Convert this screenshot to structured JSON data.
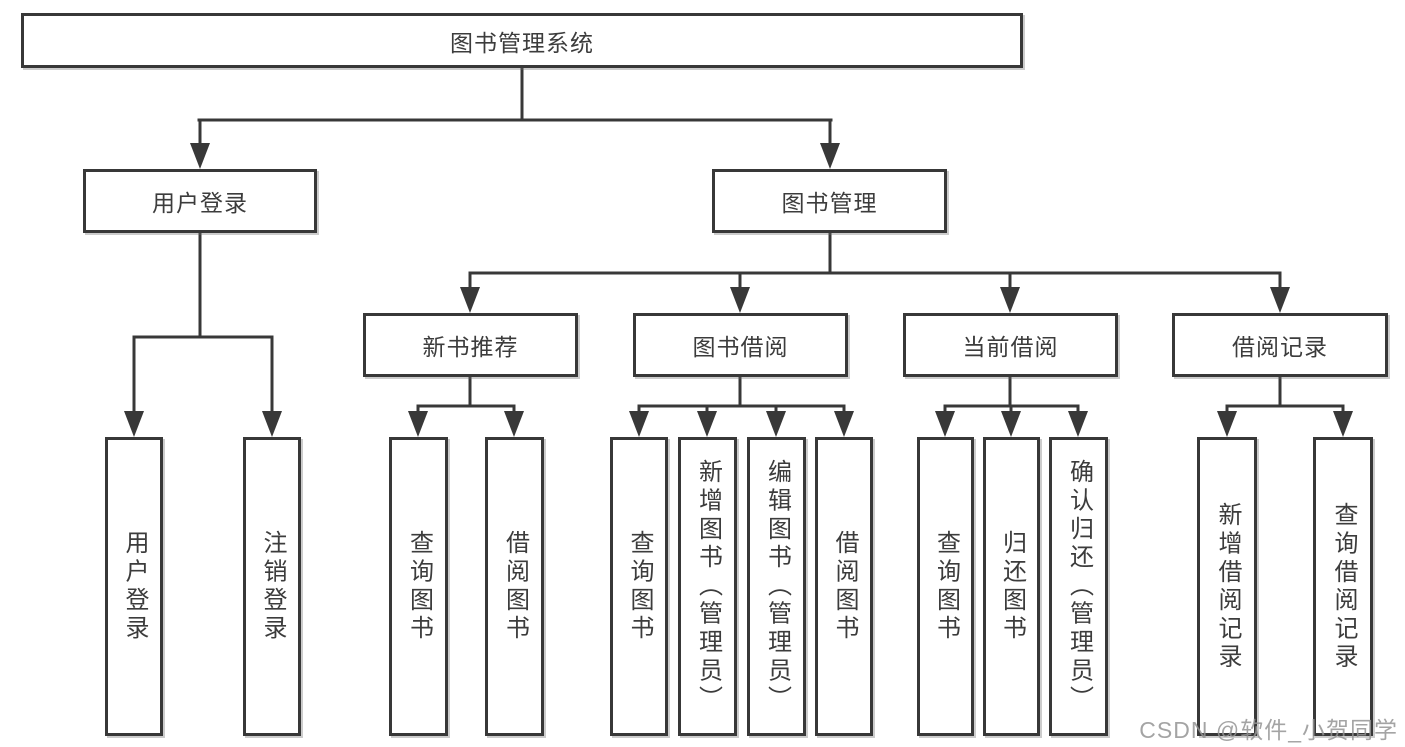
{
  "diagram": {
    "root": {
      "label": "图书管理系统"
    },
    "level2": [
      {
        "label": "用户登录",
        "parent": "图书管理系统"
      },
      {
        "label": "图书管理",
        "parent": "图书管理系统"
      }
    ],
    "level3": [
      {
        "label": "新书推荐",
        "parent": "图书管理"
      },
      {
        "label": "图书借阅",
        "parent": "图书管理"
      },
      {
        "label": "当前借阅",
        "parent": "图书管理"
      },
      {
        "label": "借阅记录",
        "parent": "图书管理"
      }
    ],
    "leaves": [
      {
        "label": "用户登录",
        "parent": "用户登录"
      },
      {
        "label": "注销登录",
        "parent": "用户登录"
      },
      {
        "label": "查询图书",
        "parent": "新书推荐"
      },
      {
        "label": "借阅图书",
        "parent": "新书推荐"
      },
      {
        "label": "查询图书",
        "parent": "图书借阅"
      },
      {
        "label": "新增图书（管理员）",
        "parent": "图书借阅"
      },
      {
        "label": "编辑图书（管理员）",
        "parent": "图书借阅"
      },
      {
        "label": "借阅图书",
        "parent": "图书借阅"
      },
      {
        "label": "查询图书",
        "parent": "当前借阅"
      },
      {
        "label": "归还图书",
        "parent": "当前借阅"
      },
      {
        "label": "确认归还（管理员）",
        "parent": "当前借阅"
      },
      {
        "label": "新增借阅记录",
        "parent": "借阅记录"
      },
      {
        "label": "查询借阅记录",
        "parent": "借阅记录"
      }
    ],
    "colors": {
      "line": "#383838",
      "box_border": "#383838",
      "text": "#3c3c3c",
      "background": "#ffffff"
    }
  },
  "watermark": {
    "text": "CSDN @软件_小贺同学",
    "color": "#949494"
  }
}
